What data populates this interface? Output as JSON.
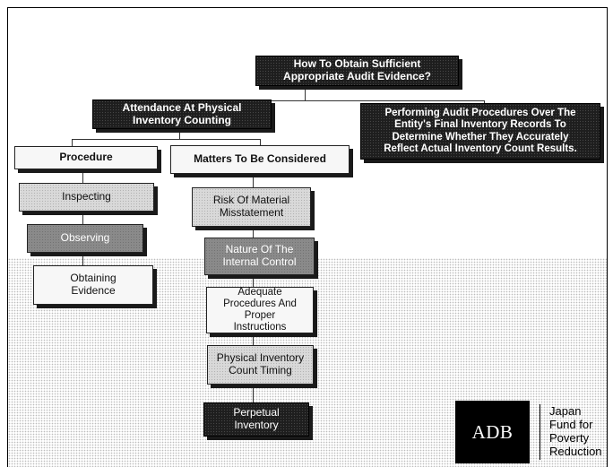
{
  "diagram": {
    "root": "How To Obtain Sufficient\nAppropriate Audit Evidence?",
    "branch_left": "Attendance At Physical\nInventory Counting",
    "branch_right": "Performing Audit Procedures Over The\nEntity's Final Inventory Records To\nDetermine Whether They Accurately\nReflect Actual Inventory Count Results.",
    "procedure": {
      "heading": "Procedure",
      "steps": [
        "Inspecting",
        "Observing",
        "Obtaining\nEvidence"
      ]
    },
    "matters": {
      "heading": "Matters To Be Considered",
      "items": [
        "Risk Of Material\nMisstatement",
        "Nature Of The\nInternal Control",
        "Adequate\nProcedures And\nProper\nInstructions",
        "Physical Inventory\nCount Timing",
        "Perpetual\nInventory"
      ]
    }
  },
  "logo": {
    "mark": "ADB",
    "text": "Japan\nFund for\nPoverty\nReduction"
  }
}
